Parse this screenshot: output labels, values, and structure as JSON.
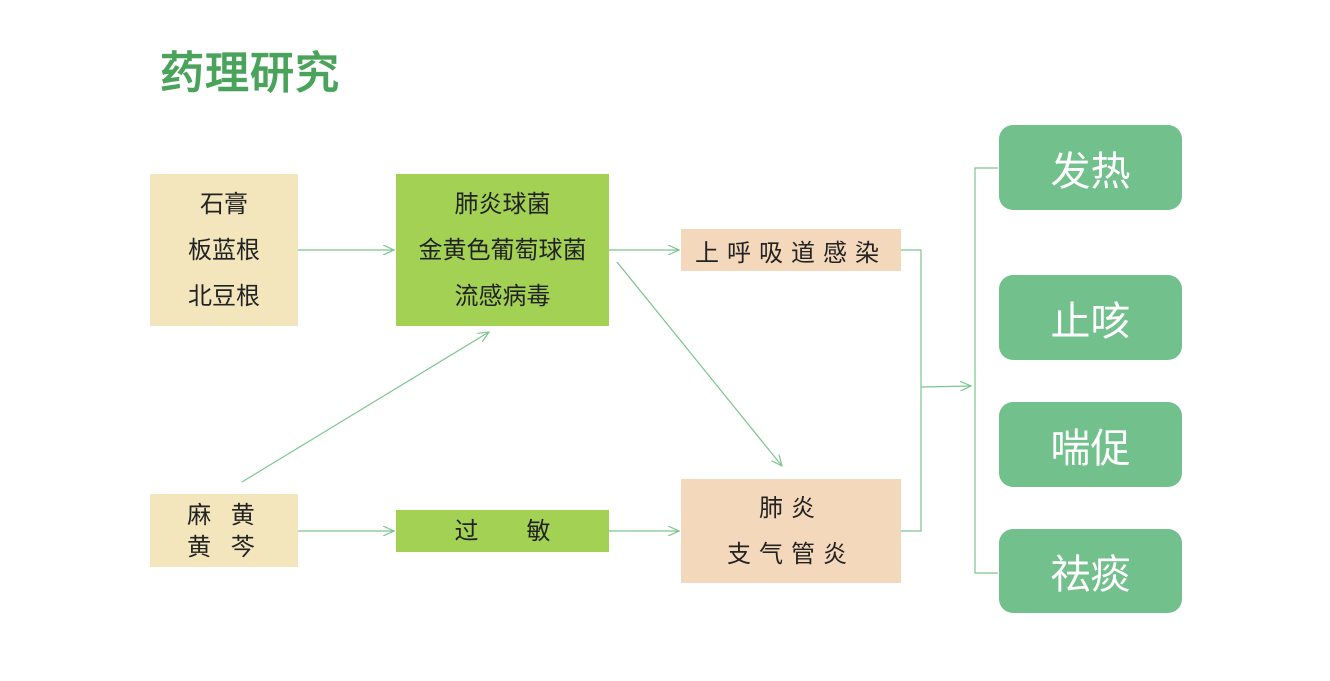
{
  "title": "药理研究",
  "herbs_top": [
    "石膏",
    "板蓝根",
    "北豆根"
  ],
  "herbs_bottom": [
    "麻 黄",
    "黄 芩"
  ],
  "pathogens": [
    "肺炎球菌",
    "金黄色葡萄球菌",
    "流感病毒"
  ],
  "allergy": "过　　敏",
  "disease_upper": "上呼吸道感染",
  "disease_lower": [
    "肺炎",
    "支气管炎"
  ],
  "effects": [
    "发热",
    "止咳",
    "喘促",
    "祛痰"
  ],
  "colors": {
    "title": "#4aa35a",
    "herb_fill": "#f3e6bd",
    "pathogen_fill": "#a3d154",
    "disease_fill": "#f4d8bc",
    "effect_fill": "#72c08c",
    "line": "#7cc590"
  }
}
